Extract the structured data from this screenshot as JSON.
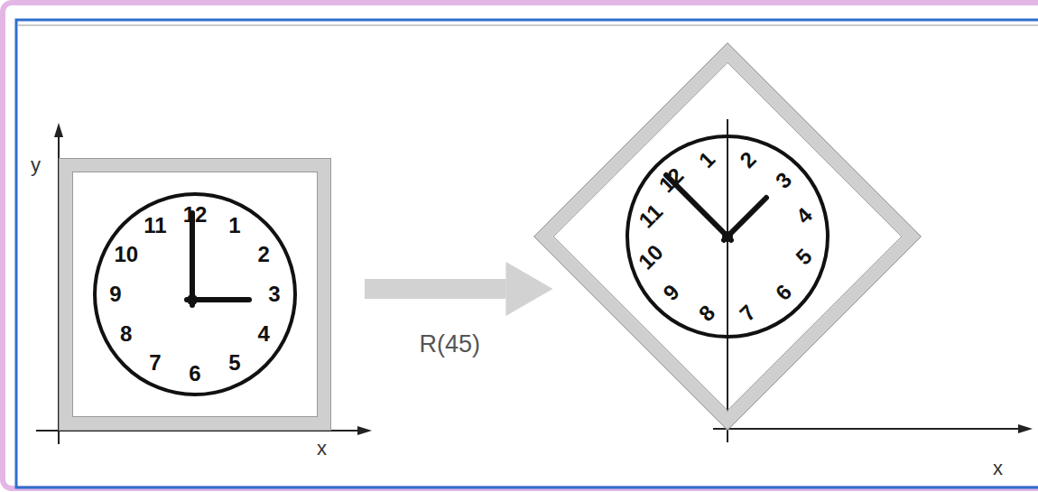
{
  "diagram": {
    "nodes": [
      {
        "text": [
          "12",
          "1",
          "2",
          "3",
          "4",
          "5",
          "6",
          "7",
          "8",
          "9",
          "10",
          "11"
        ]
      },
      {
        "text": [
          "12",
          "1",
          "2",
          "3",
          "4",
          "5",
          "6",
          "7",
          "8",
          "9",
          "10",
          "11"
        ]
      }
    ],
    "edges": [
      {
        "from": 0,
        "to": 1,
        "arrow": "to",
        "label": "R(45)"
      }
    ],
    "labels": [
      "y",
      "x",
      "x"
    ]
  }
}
